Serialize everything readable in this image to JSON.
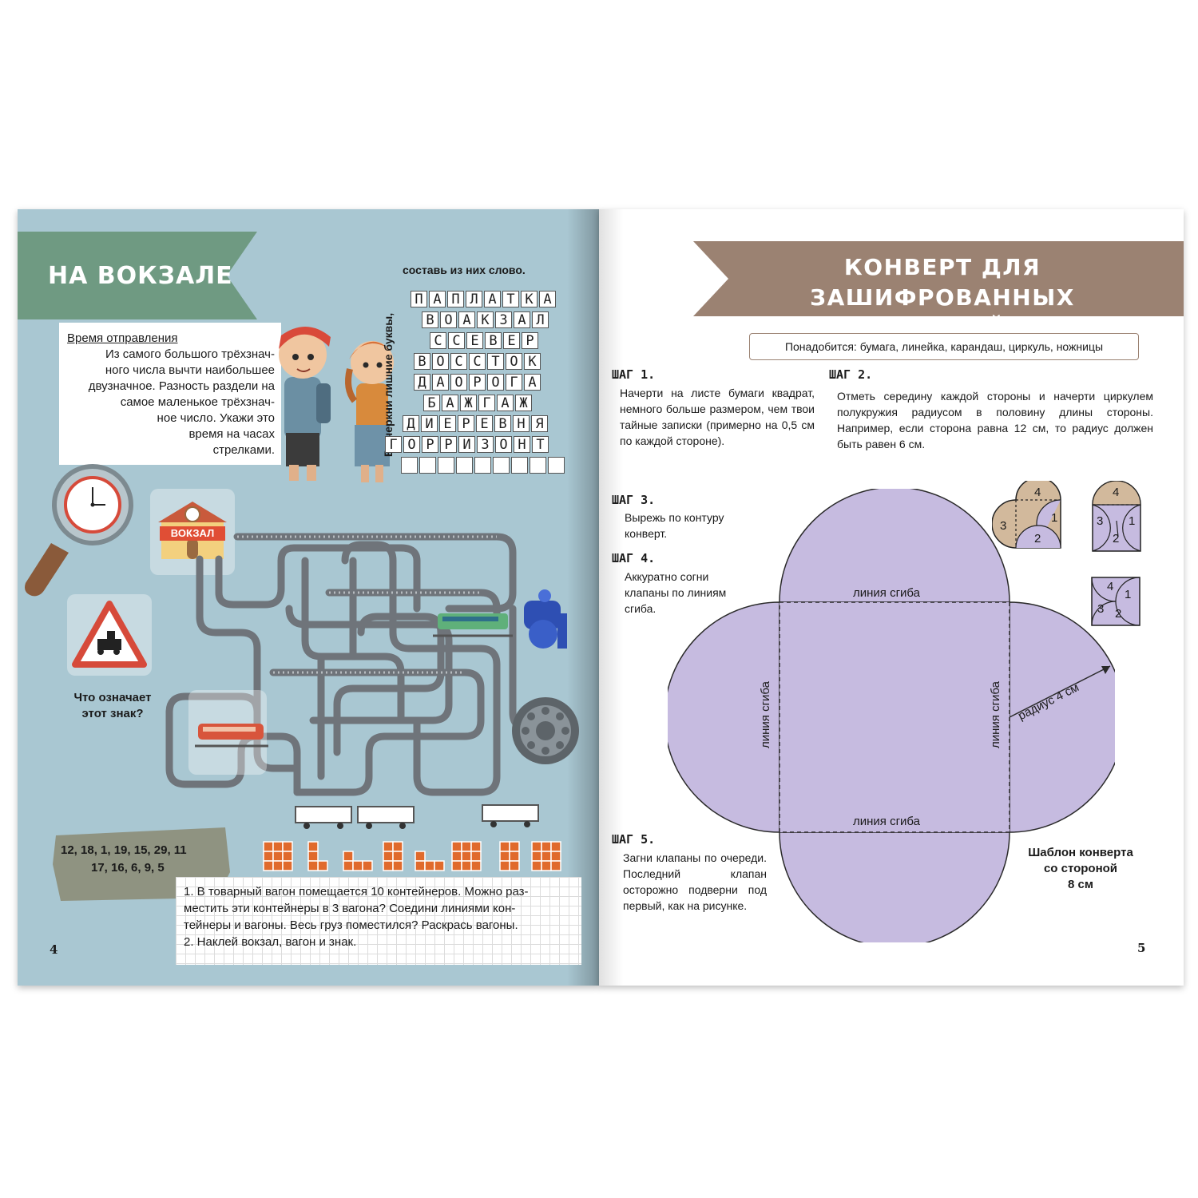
{
  "left": {
    "title": "НА ВОКЗАЛЕ",
    "time_task": {
      "heading": "Время отправления",
      "lines": [
        "Из самого большого трёхзнач-",
        "ного числа вычти наибольшее",
        "двузначное. Разность раздели на",
        "самое маленькое трёхзнач-",
        "ное число. Укажи это",
        "время на часах",
        "стрелками."
      ]
    },
    "word_task": {
      "top": "составь из них слово.",
      "side": "Вычеркни лишние буквы,",
      "rows": [
        "ПАПЛАТКА",
        "ВОАКЗАЛ",
        "ССЕВЕР",
        "ВОССТОК",
        "ДАОРОГА",
        "БАЖГАЖ",
        "ДИЕРЕВНЯ",
        "ГОРРИЗОНТ"
      ]
    },
    "station_label": "ВОКЗАЛ",
    "sign_question": "Что означает этот знак?",
    "numbers": [
      "12, 18, 1, 19, 15, 29, 11",
      "17, 16, 6, 9, 5"
    ],
    "tasks": [
      "1. В товарный вагон помещается 10 контейнеров. Можно раз-",
      "местить эти контейнеры в 3 вагона? Соедини линиями кон-",
      "тейнеры и вагоны. Весь груз поместился? Раскрась вагоны.",
      "2. Наклей вокзал, вагон и знак."
    ],
    "page_number": "4"
  },
  "right": {
    "title_line1": "КОНВЕРТ ДЛЯ ЗАШИФРОВАННЫХ",
    "title_line2": "ЗАПИСЕЙ",
    "materials": "Понадобится: бумага, линейка, карандаш, циркуль, ножницы",
    "steps": [
      {
        "title": "ШАГ 1.",
        "text": "Начерти на листе бумаги квадрат, немного больше размером, чем твои тайные записки (примерно на 0,5 см по каждой стороне)."
      },
      {
        "title": "ШАГ 2.",
        "text": "Отметь середину каждой стороны и начерти циркулем полукружия радиусом в половину длины стороны. Например, если сторона равна 12 см, то радиус должен быть равен 6 см."
      },
      {
        "title": "ШАГ 3.",
        "text": "Вырежь по контуру конверт."
      },
      {
        "title": "ШАГ 4.",
        "text": "Аккуратно согни клапаны по линиям сгиба."
      },
      {
        "title": "ШАГ 5.",
        "text": "Загни клапаны по очереди. Последний клапан осторожно подверни под первый, как на рисунке."
      }
    ],
    "fold_label": "линия сгиба",
    "radius_label": "радиус 4 см",
    "template_caption": [
      "Шаблон конверта",
      "со стороной",
      "8 см"
    ],
    "mini_numbers": [
      "4",
      "1",
      "2",
      "3"
    ],
    "page_number": "5"
  },
  "colors": {
    "left_bg": "#a9c7d2",
    "ribbon_green": "#6f9a82",
    "ribbon_brown": "#9b8272",
    "envelope": "#c6bbe0",
    "mini_brown": "#d2b99c"
  }
}
